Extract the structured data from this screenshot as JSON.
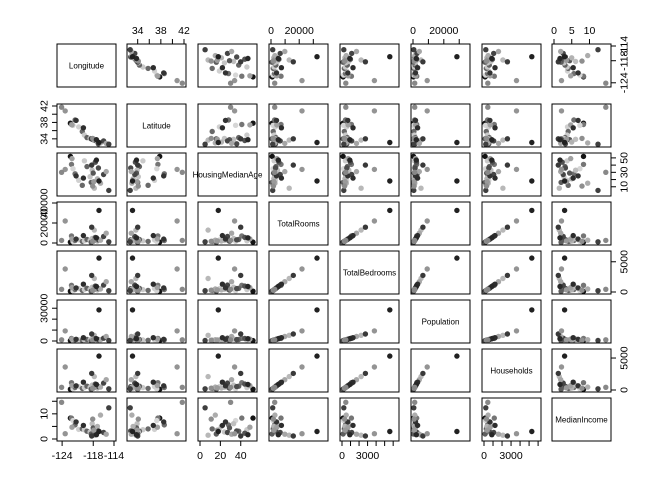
{
  "chart_data": {
    "type": "scatter",
    "subtype": "scatterplot-matrix",
    "title": "",
    "grid": false,
    "legend": "none",
    "point_color_mode": "grayscale",
    "variables": [
      {
        "name": "Longitude",
        "diag_label": "Longitude",
        "range": [
          -124.6,
          -114.0
        ],
        "ticks": [
          -124,
          -118,
          -114
        ],
        "tick_labels": [
          "-124",
          "-118",
          "-114"
        ],
        "tick_side": "bottom-right",
        "values": [
          -122.4,
          -122.2,
          -121.9,
          -121.5,
          -120.8,
          -120.1,
          -119.7,
          -119.2,
          -118.6,
          -118.4,
          -118.2,
          -118.0,
          -117.8,
          -117.6,
          -117.2,
          -117.0,
          -116.6,
          -116.0,
          -115.5,
          -115.0,
          -122.1,
          -118.3,
          -117.9,
          -121.3,
          -123.4,
          -119.9,
          -118.1,
          -117.4,
          -124.1,
          -116.9
        ]
      },
      {
        "name": "Latitude",
        "diag_label": "Latitude",
        "range": [
          32.5,
          42.0
        ],
        "ticks": [
          34,
          36,
          38,
          40,
          42
        ],
        "tick_labels": [
          "34",
          "38",
          "42"
        ],
        "tick_label_values": [
          34,
          38,
          42
        ],
        "tick_side": "top-left",
        "values": [
          37.8,
          37.5,
          37.3,
          38.6,
          36.9,
          35.8,
          34.9,
          34.3,
          34.1,
          34.0,
          33.9,
          33.8,
          33.7,
          33.6,
          33.2,
          32.8,
          33.0,
          33.5,
          32.9,
          32.7,
          37.4,
          34.0,
          33.9,
          38.5,
          40.8,
          36.7,
          34.1,
          33.8,
          41.7,
          33.1
        ]
      },
      {
        "name": "HousingMedianAge",
        "diag_label": "HousingMedianAge",
        "range": [
          0,
          54
        ],
        "ticks": [
          0,
          20,
          40
        ],
        "tick_labels": [
          "0",
          "20",
          "40"
        ],
        "right_ticks": [
          10,
          20,
          30,
          40,
          50
        ],
        "right_tick_labels": [
          "10",
          "30",
          "50"
        ],
        "right_tick_label_values": [
          10,
          30,
          50
        ],
        "tick_side": "bottom-right",
        "values": [
          52,
          41,
          35,
          28,
          19,
          12,
          46,
          38,
          24,
          16,
          33,
          29,
          8,
          44,
          21,
          36,
          15,
          27,
          31,
          5,
          49,
          40,
          17,
          25,
          34,
          22,
          11,
          47,
          30,
          18
        ]
      },
      {
        "name": "TotalRooms",
        "diag_label": "TotalRooms",
        "range": [
          0,
          39000
        ],
        "ticks": [
          0,
          10000,
          20000,
          30000
        ],
        "tick_labels": [
          "0",
          "20000"
        ],
        "tick_label_values": [
          0,
          20000
        ],
        "left_ticks": [
          0,
          20000,
          40000
        ],
        "left_tick_labels": [
          "0",
          "20000",
          "40000"
        ],
        "tick_side": "top-left",
        "values": [
          880,
          7099,
          1467,
          2535,
          3104,
          1554,
          2202,
          3503,
          2491,
          696,
          4516,
          1818,
          12902,
          5612,
          1965,
          3200,
          2800,
          6500,
          9800,
          1200,
          4100,
          15800,
          2100,
          3900,
          22000,
          7400,
          1700,
          5200,
          2600,
          32600
        ]
      },
      {
        "name": "TotalBedrooms",
        "diag_label": "TotalBedrooms",
        "range": [
          0,
          6450
        ],
        "ticks": [
          0,
          1000,
          2000,
          3000,
          4000,
          5000,
          6000
        ],
        "tick_labels": [
          "0",
          "3000"
        ],
        "tick_label_values": [
          0,
          3000
        ],
        "right_ticks": [
          0,
          5000
        ],
        "right_tick_labels": [
          "0",
          "5000"
        ],
        "tick_side": "bottom-right",
        "values": [
          129,
          1106,
          190,
          409,
          555,
          270,
          398,
          617,
          432,
          131,
          795,
          320,
          2240,
          980,
          340,
          560,
          490,
          1140,
          1700,
          210,
          720,
          2750,
          370,
          680,
          3800,
          1290,
          300,
          910,
          450,
          5600
        ]
      },
      {
        "name": "Population",
        "diag_label": "Population",
        "range": [
          0,
          35700
        ],
        "ticks": [
          0,
          10000,
          20000,
          30000
        ],
        "tick_labels": [
          "0",
          "20000"
        ],
        "tick_label_values": [
          0,
          20000
        ],
        "left_ticks": [
          0,
          10000,
          20000,
          30000
        ],
        "left_tick_labels": [
          "0",
          "30000"
        ],
        "left_tick_label_values": [
          0,
          30000
        ],
        "tick_side": "top-left",
        "values": [
          322,
          2401,
          496,
          1094,
          1206,
          608,
          910,
          1405,
          1040,
          289,
          1900,
          780,
          5200,
          2300,
          820,
          1300,
          1150,
          2600,
          4100,
          500,
          1700,
          6400,
          880,
          1600,
          9200,
          3000,
          700,
          2150,
          1080,
          28500
        ]
      },
      {
        "name": "Households",
        "diag_label": "Households",
        "range": [
          0,
          6100
        ],
        "ticks": [
          0,
          1000,
          2000,
          3000,
          4000,
          5000,
          6000
        ],
        "tick_labels": [
          "0",
          "3000"
        ],
        "tick_label_values": [
          0,
          3000
        ],
        "right_ticks": [
          0,
          5000
        ],
        "right_tick_labels": [
          "0",
          "5000"
        ],
        "tick_side": "bottom-right",
        "values": [
          126,
          1138,
          177,
          395,
          530,
          255,
          380,
          590,
          410,
          120,
          760,
          300,
          2100,
          930,
          320,
          530,
          460,
          1080,
          1610,
          195,
          690,
          2600,
          350,
          650,
          3600,
          1220,
          280,
          860,
          425,
          5300
        ]
      },
      {
        "name": "MedianIncome",
        "diag_label": "MedianIncome",
        "range": [
          0,
          15.5
        ],
        "ticks": [
          0,
          5,
          10
        ],
        "tick_labels": [
          "0",
          "5",
          "10"
        ],
        "left_ticks": [
          0,
          5,
          10,
          15
        ],
        "left_tick_labels": [
          "0",
          "10"
        ],
        "left_tick_label_values": [
          0,
          10
        ],
        "tick_side": "top-left",
        "values": [
          8.3,
          8.3,
          7.3,
          5.6,
          3.8,
          4.0,
          3.7,
          3.1,
          2.8,
          2.0,
          6.1,
          4.4,
          1.5,
          2.3,
          5.0,
          3.2,
          9.5,
          2.6,
          1.9,
          12.4,
          4.7,
          1.2,
          3.5,
          6.8,
          2.1,
          5.4,
          7.9,
          1.7,
          14.6,
          3.0
        ]
      }
    ]
  }
}
